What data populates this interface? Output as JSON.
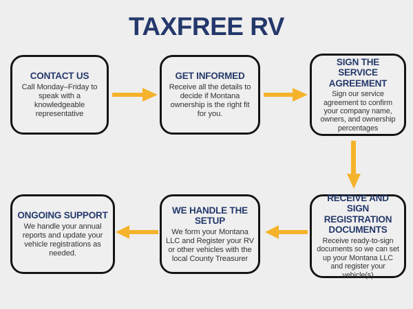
{
  "page": {
    "title": "TAXFREE RV",
    "background_color": "#eeeeee",
    "heading_color": "#24386b",
    "body_text_color": "#333333",
    "border_color": "#141414",
    "arrow_color": "#f5b32b"
  },
  "steps": [
    {
      "id": "contact-us",
      "heading": "CONTACT US",
      "body": "Call Monday–Friday to speak with a knowledgeable representative"
    },
    {
      "id": "get-informed",
      "heading": "GET INFORMED",
      "body": "Receive all the details to decide if Montana ownership is the right fit for you."
    },
    {
      "id": "sign-the-service-agreement",
      "heading": "SIGN THE SERVICE AGREEMENT",
      "body": "Sign our service agreement to confirm your company name, owners, and ownership percentages"
    },
    {
      "id": "receive-and-sign-registration-documents",
      "heading": "RECEIVE AND SIGN REGISTRATION DOCUMENTS",
      "body": "Receive ready-to-sign documents so we can set up your Montana LLC and register your vehicle(s)"
    },
    {
      "id": "we-handle-the-setup",
      "heading": "WE HANDLE THE SETUP",
      "body": "We form your Montana LLC and Register your RV or other vehicles with the local County Treasurer"
    },
    {
      "id": "ongoing-support",
      "heading": "ONGOING SUPPORT",
      "body": "We handle your annual reports and update your vehicle registrations as needed."
    }
  ],
  "arrows": [
    {
      "id": "arrow-contact-to-informed",
      "direction": "right"
    },
    {
      "id": "arrow-informed-to-agreement",
      "direction": "right"
    },
    {
      "id": "arrow-agreement-to-documents",
      "direction": "down"
    },
    {
      "id": "arrow-documents-to-setup",
      "direction": "left"
    },
    {
      "id": "arrow-setup-to-support",
      "direction": "left"
    }
  ]
}
